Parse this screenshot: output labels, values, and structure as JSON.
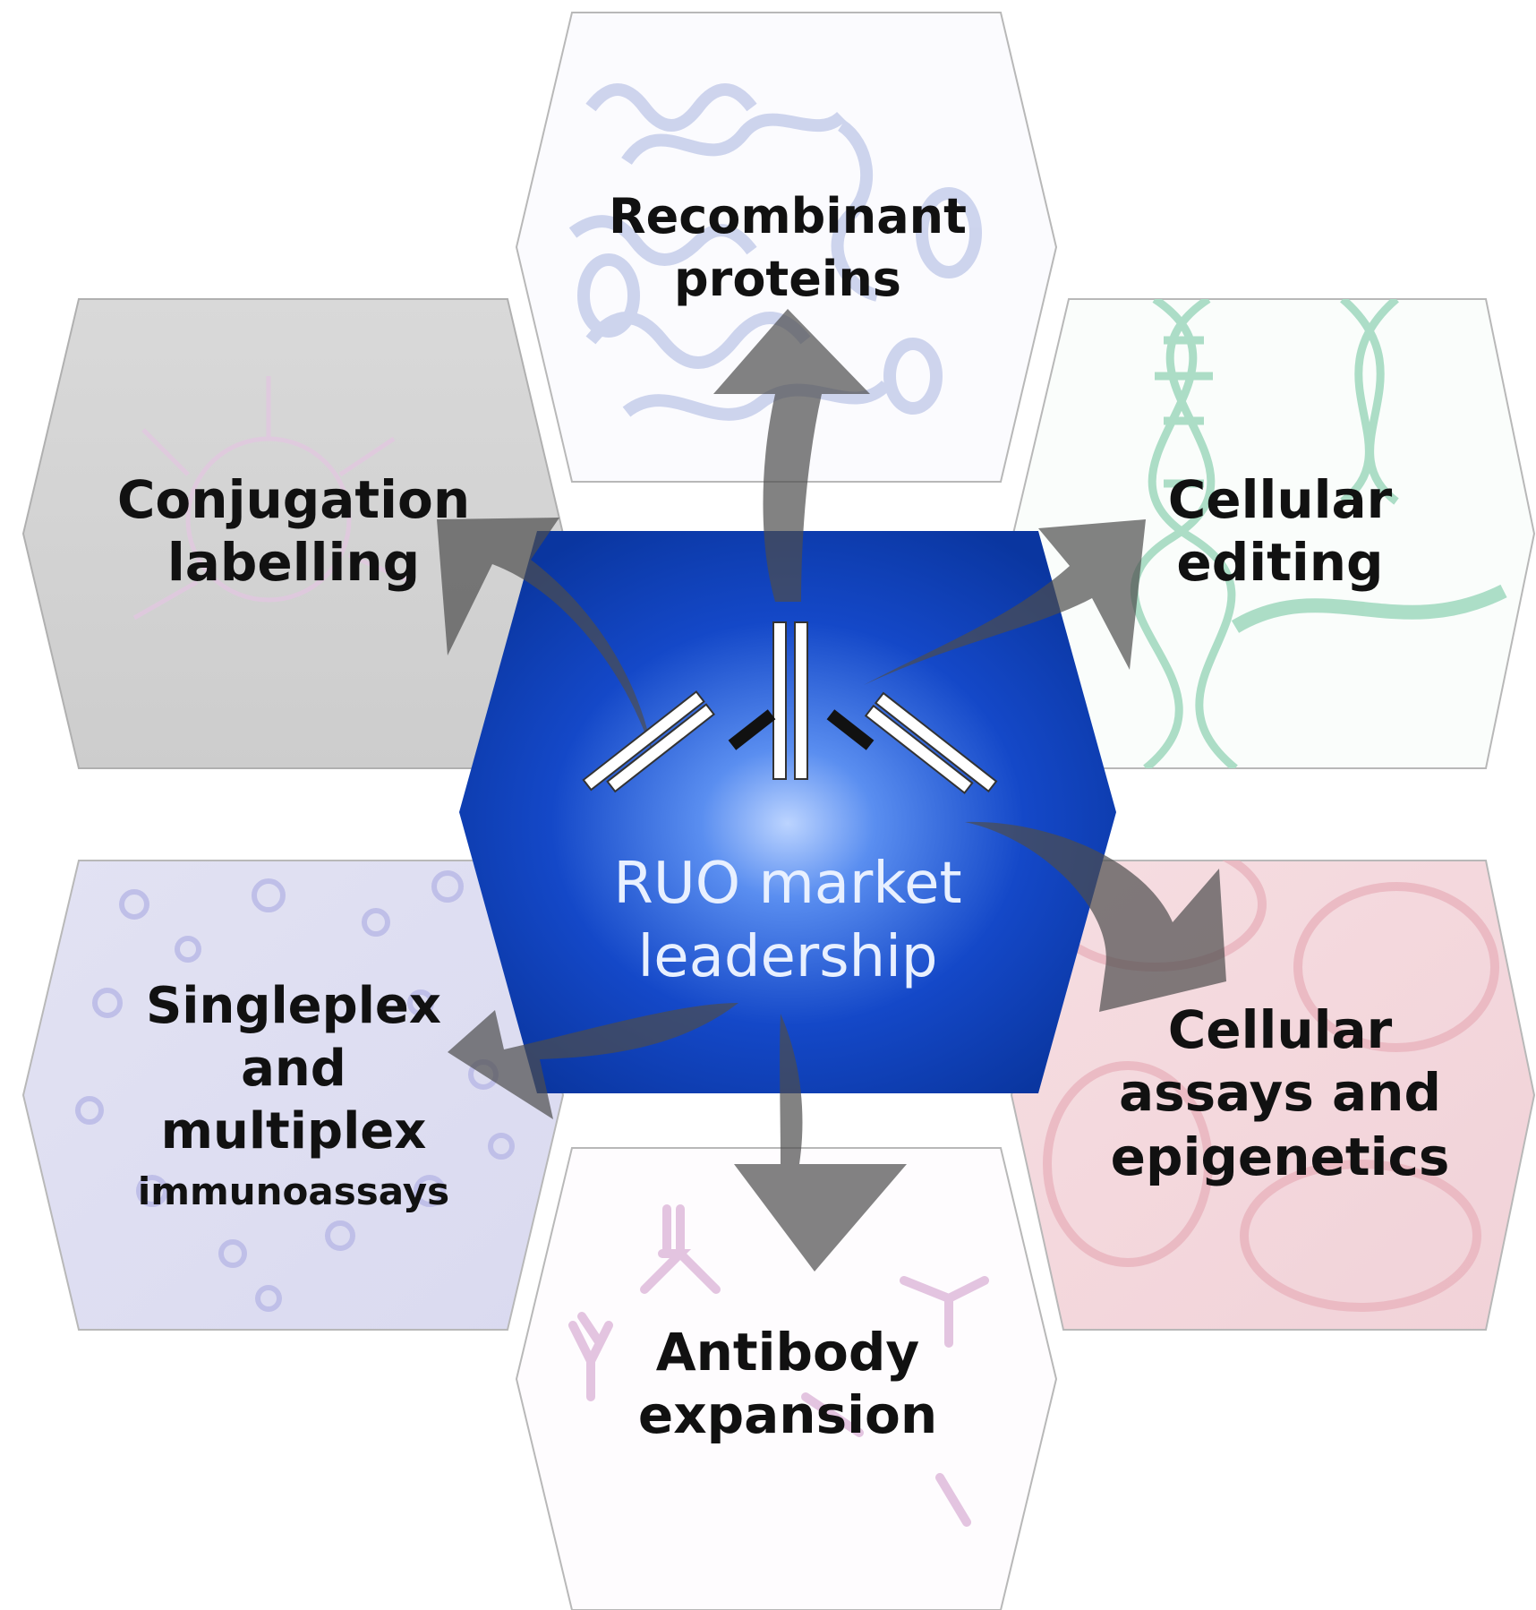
{
  "center": {
    "line1": "RUO market",
    "line2": "leadership",
    "icon": "antibody-icon",
    "color": "#0a3fb8"
  },
  "segments": [
    {
      "id": "recombinant-proteins",
      "lines": [
        "Recombinant",
        "proteins"
      ],
      "tint": "#c9d0ec",
      "motif": "protein-structure"
    },
    {
      "id": "cellular-editing",
      "lines": [
        "Cellular",
        "editing"
      ],
      "tint": "#a8dcc4",
      "motif": "dna-helix"
    },
    {
      "id": "cellular-assays-epigenetics",
      "lines": [
        "Cellular",
        "assays and",
        "epigenetics"
      ],
      "tint": "#f0c8cf",
      "motif": "blood-cells"
    },
    {
      "id": "antibody-expansion",
      "lines": [
        "Antibody",
        "expansion"
      ],
      "tint": "#e3c4e0",
      "motif": "antibodies"
    },
    {
      "id": "singleplex-multiplex",
      "lines": [
        "Singleplex",
        "and",
        "multiplex"
      ],
      "small": "immunoassays",
      "tint": "#c4c4ec",
      "motif": "cell-staining"
    },
    {
      "id": "conjugation-labelling",
      "lines": [
        "Conjugation",
        "labelling"
      ],
      "tint": "#cfcfcf",
      "motif": "fluorescent-cell"
    }
  ],
  "arrow_color": "#555555"
}
